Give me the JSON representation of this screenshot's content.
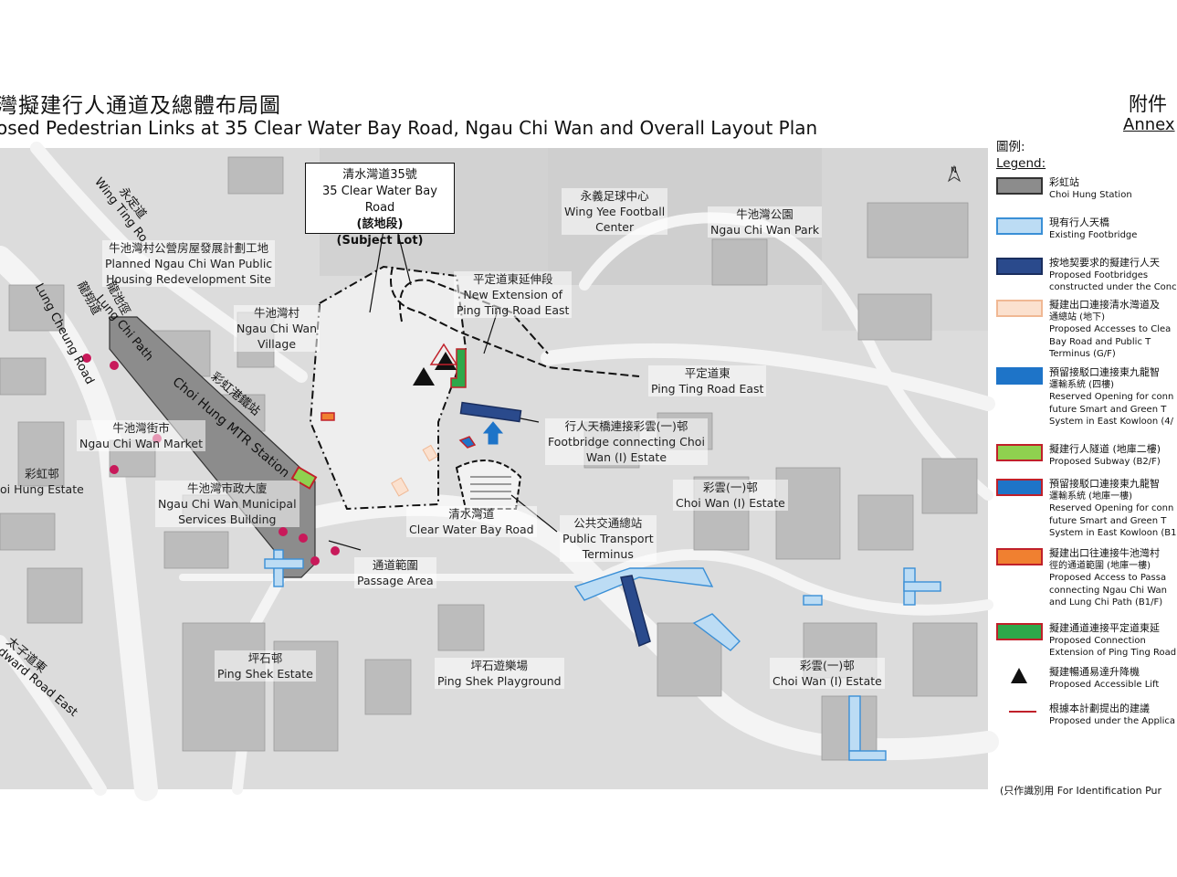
{
  "header": {
    "title_zh": "灣擬建行人通道及總體布局圖",
    "title_en": "osed Pedestrian Links at 35 Clear Water Bay Road, Ngau Chi Wan and Overall Layout Plan",
    "annex_zh": "附件",
    "annex_en": "Annex"
  },
  "subject_lot": {
    "zh": "清水灣道35號",
    "en": "35 Clear Water Bay Road",
    "zh_bold": "(該地段)",
    "en_bold": "(Subject Lot)"
  },
  "labels": {
    "wing_yee": {
      "zh": "永義足球中心",
      "en1": "Wing Yee Football",
      "en2": "Center"
    },
    "ngau_chi_wan_park": {
      "zh": "牛池灣公園",
      "en": "Ngau Chi Wan Park"
    },
    "planned_housing": {
      "zh": "牛池灣村公營房屋發展計劃工地",
      "en1": "Planned Ngau Chi Wan Public",
      "en2": "Housing Redevelopment Site"
    },
    "ping_ting_ext": {
      "zh": "平定道東延伸段",
      "en1": "New Extension of",
      "en2": "Ping Ting Road East"
    },
    "ngau_chi_wan_village": {
      "zh": "牛池灣村",
      "en1": "Ngau Chi Wan",
      "en2": "Village"
    },
    "ping_ting_east": {
      "zh": "平定道東",
      "en": "Ping Ting Road East"
    },
    "footbridge_choi_wan": {
      "zh": "行人天橋連接彩雲(一)邨",
      "en1": "Footbridge connecting Choi",
      "en2": "Wan (I) Estate"
    },
    "ngau_chi_wan_market": {
      "zh": "牛池灣街市",
      "en": "Ngau Chi Wan Market"
    },
    "choi_hung_estate": {
      "zh": "彩虹邨",
      "en": "oi Hung Estate"
    },
    "municipal_building": {
      "zh": "牛池灣市政大廈",
      "en1": "Ngau Chi Wan Municipal",
      "en2": "Services Building"
    },
    "clear_water_bay_road": {
      "zh": "清水灣道",
      "en": "Clear Water Bay Road"
    },
    "public_transport": {
      "zh": "公共交通總站",
      "en1": "Public Transport",
      "en2": "Terminus"
    },
    "choi_wan_estate_1": {
      "zh": "彩雲(一)邨",
      "en": "Choi Wan (I) Estate"
    },
    "passage_area": {
      "zh": "通道範圍",
      "en": "Passage Area"
    },
    "ping_shek_estate": {
      "zh": "坪石邨",
      "en": "Ping Shek Estate"
    },
    "ping_shek_playground": {
      "zh": "坪石遊樂場",
      "en": "Ping Shek Playground"
    },
    "choi_wan_estate_2": {
      "zh": "彩雲(一)邨",
      "en": "Choi Wan (I) Estate"
    }
  },
  "roads": {
    "wing_ting_zh": "永定道",
    "wing_ting_en": "Wing Ting Ro",
    "lung_cheung_zh": "龍翔道",
    "lung_cheung_en": "Lung Cheung Road",
    "lung_chi_zh": "龍池徑",
    "lung_chi_en": "Lung Chi Path",
    "choi_hung_mtr_zh": "彩虹港鐵站",
    "choi_hung_mtr_en": "Choi Hung MTR Station",
    "prince_edward_zh": "太子道東",
    "prince_edward_en": "dward Road East"
  },
  "north_arrow": "N",
  "legend": {
    "title_zh": "圖例:",
    "title_en": "Legend:",
    "items": [
      {
        "zh": "彩虹站",
        "en1": "Choi Hung Station",
        "en2": "",
        "en3": "",
        "fill": "#8c8c8c",
        "border": "#333333"
      },
      {
        "zh": "現有行人天橋",
        "en1": "Existing Footbridge",
        "en2": "",
        "en3": "",
        "fill": "#bcdcf4",
        "border": "#3a8fd6"
      },
      {
        "zh": "按地契要求的擬建行人天",
        "en1": "Proposed     Footbridges",
        "en2": "constructed under the Conc",
        "en3": "",
        "fill": "#2a4a8c",
        "border": "#1a2e5e"
      },
      {
        "zh": "擬建出口連接清水灣道及",
        "en1": "通總站 (地下)",
        "en2": "Proposed  Accesses  to  Clea",
        "en3": "Bay  Road  and  Public  T",
        "en4": "Terminus (G/F)",
        "fill": "#fbe1cf",
        "border": "#f0b894"
      },
      {
        "zh": "預留接駁口連接東九龍智",
        "en1": "運輸系統 (四樓)",
        "en2": "Reserved  Opening  for  conn",
        "en3": "future  Smart  and  Green  T",
        "en4": "System in East Kowloon (4/",
        "fill": "#1e74c8",
        "border": "#1e74c8"
      },
      {
        "zh": "擬建行人隧道 (地庫二樓)",
        "en1": "Proposed Subway (B2/F)",
        "en2": "",
        "en3": "",
        "fill": "#8fd14f",
        "border": "#c0202a"
      },
      {
        "zh": "預留接駁口連接東九龍智",
        "en1": "運輸系統 (地庫一樓)",
        "en2": "Reserved  Opening  for  conn",
        "en3": "future  Smart  and  Green  T",
        "en4": "System in East Kowloon (B1",
        "fill": "#1e74c8",
        "border": "#c0202a"
      },
      {
        "zh": "擬建出口往連接牛池灣村",
        "en1": "徑的通道範圍 (地庫一樓)",
        "en2": "Proposed  Access  to  Passa",
        "en3": "connecting  Ngau  Chi  Wan",
        "en4": "and Lung Chi Path (B1/F)",
        "fill": "#f08030",
        "border": "#c0202a"
      },
      {
        "zh": "擬建通道連接平定道東延",
        "en1": "Proposed      Connection",
        "en2": "Extension of Ping Ting Road",
        "en3": "",
        "fill": "#2ea84a",
        "border": "#c0202a"
      },
      {
        "zh": "擬建暢通易達升降機",
        "en1": "Proposed Accessible Lift",
        "en2": "",
        "en3": "",
        "fill": "",
        "border": ""
      },
      {
        "zh": "根據本計劃提出的建議",
        "en1": "Proposed under the Applica",
        "en2": "",
        "en3": "",
        "fill": "",
        "border": "#c0202a"
      }
    ]
  },
  "footnote": "(只作識別用 For Identification Pur",
  "colors": {
    "map_bg": "#dcdcdc",
    "road": "#f4f4f4",
    "building": "#bcbcbc",
    "station": "#8c8c8c",
    "existing_footbridge": "#bcdcf4",
    "proposed_footbridge": "#2a4a8c",
    "red_outline": "#c0202a",
    "blue_opening": "#1e74c8",
    "green_subway": "#8fd14f",
    "orange_access": "#f08030",
    "green_connection": "#2ea84a",
    "peach_access": "#fbe1cf"
  }
}
